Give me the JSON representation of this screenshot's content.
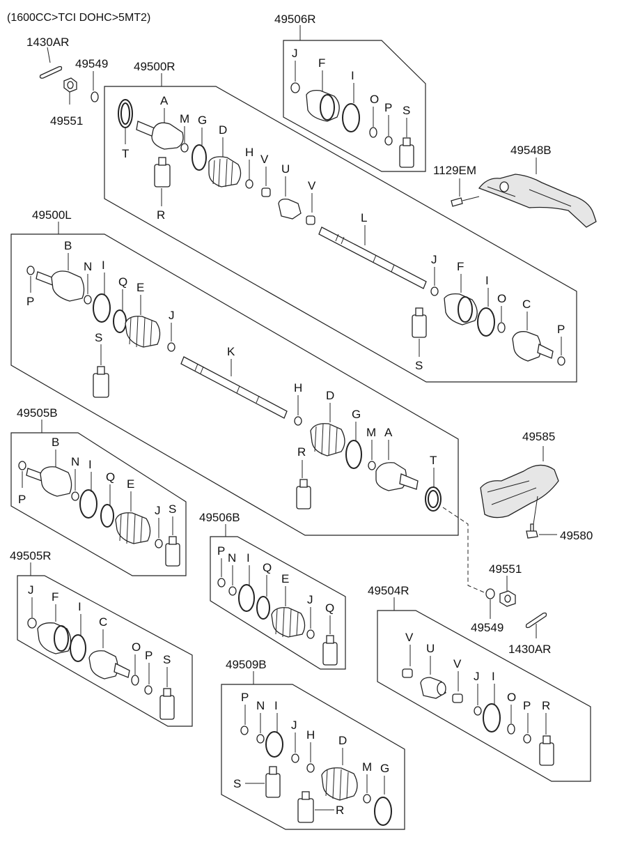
{
  "header": {
    "spec": "(1600CC>TCI DOHC>5MT2)"
  },
  "part_numbers": {
    "p1430AR_top": "1430AR",
    "p49549_top": "49549",
    "p49551_top": "49551",
    "p49500R": "49500R",
    "p49506R": "49506R",
    "p49548B": "49548B",
    "p1129EM": "1129EM",
    "p49500L": "49500L",
    "p49505B": "49505B",
    "p49585": "49585",
    "p49580": "49580",
    "p49506B": "49506B",
    "p49505R": "49505R",
    "p49551_bot": "49551",
    "p49549_bot": "49549",
    "p1430AR_bot": "1430AR",
    "p49504R": "49504R",
    "p49509B": "49509B"
  },
  "letters": {
    "A": "A",
    "B": "B",
    "C": "C",
    "D": "D",
    "E": "E",
    "F": "F",
    "G": "G",
    "H": "H",
    "I": "I",
    "J": "J",
    "K": "K",
    "L": "L",
    "M": "M",
    "N": "N",
    "O": "O",
    "P": "P",
    "Q": "Q",
    "R": "R",
    "S": "S",
    "T": "T",
    "U": "U",
    "V": "V"
  }
}
